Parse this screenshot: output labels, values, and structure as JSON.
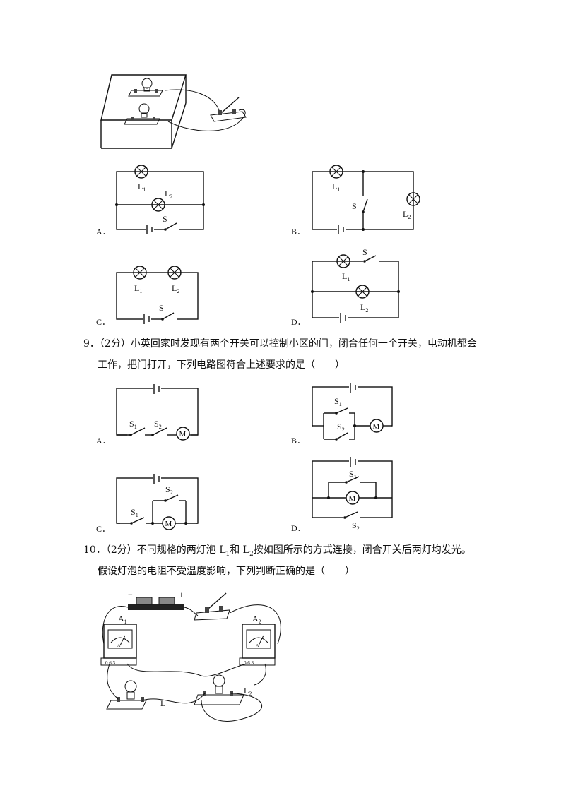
{
  "q8": {
    "options": [
      "A．",
      "B．",
      "C．",
      "D．"
    ],
    "labels": {
      "L1": "L",
      "L2": "L",
      "sub1": "1",
      "sub2": "2",
      "S": "S"
    }
  },
  "q9": {
    "number": "9．",
    "score": "（2分）",
    "text_line1": "小英回家时发现有两个开关可以控制小区的门，闭合任何一个开关，电动机都会",
    "text_line2": "工作，把门打开，下列电路图符合上述要求的是（　　）",
    "options": [
      "A．",
      "B．",
      "C．",
      "D．"
    ],
    "motor": "M",
    "s1": "S",
    "s2": "S",
    "sub1": "1",
    "sub2": "2"
  },
  "q10": {
    "number": "10．",
    "score": "（2分）",
    "text_line1_a": "不同规格的两灯泡 L",
    "text_line1_b": "和 L",
    "text_line1_c": "按如图所示的方式连接，闭合开关后两灯均发光。",
    "sub1": "1",
    "sub2": "2",
    "text_line2": "假设灯泡的电阻不受温度影响，下列判断正确的是（　　）",
    "labels": {
      "A1": "A",
      "A2": "A",
      "L1": "L",
      "L2": "L",
      "minus": "−",
      "plus": "+",
      "ammeter_face": "A",
      "scale": "0.6 3"
    }
  }
}
